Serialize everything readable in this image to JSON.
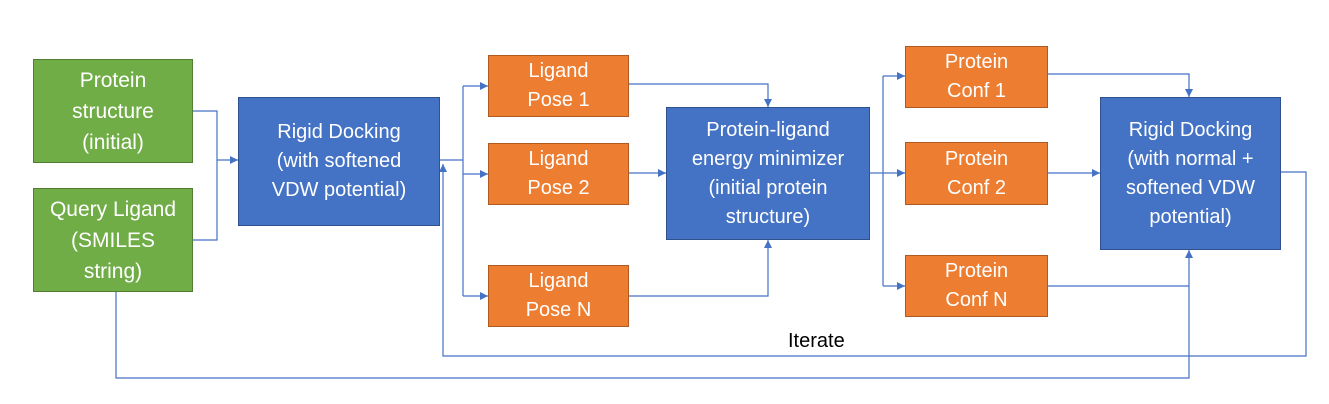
{
  "nodes": {
    "protein_structure": "Protein\nstructure\n(initial)",
    "query_ligand": "Query Ligand\n(SMILES\nstring)",
    "rigid_docking_1": "Rigid Docking\n(with softened\nVDW potential)",
    "ligand_pose_1": "Ligand\nPose 1",
    "ligand_pose_2": "Ligand\nPose 2",
    "ligand_pose_n": "Ligand\nPose N",
    "minimizer": "Protein-ligand\nenergy minimizer\n(initial protein\nstructure)",
    "protein_conf_1": "Protein\nConf 1",
    "protein_conf_2": "Protein\nConf 2",
    "protein_conf_n": "Protein\nConf N",
    "rigid_docking_2": "Rigid Docking\n(with normal +\nsoftened VDW\npotential)"
  },
  "labels": {
    "iterate": "Iterate"
  },
  "colors": {
    "green": "#70ad47",
    "blue": "#4472c4",
    "orange": "#ed7d31",
    "connector": "#4472c4"
  }
}
